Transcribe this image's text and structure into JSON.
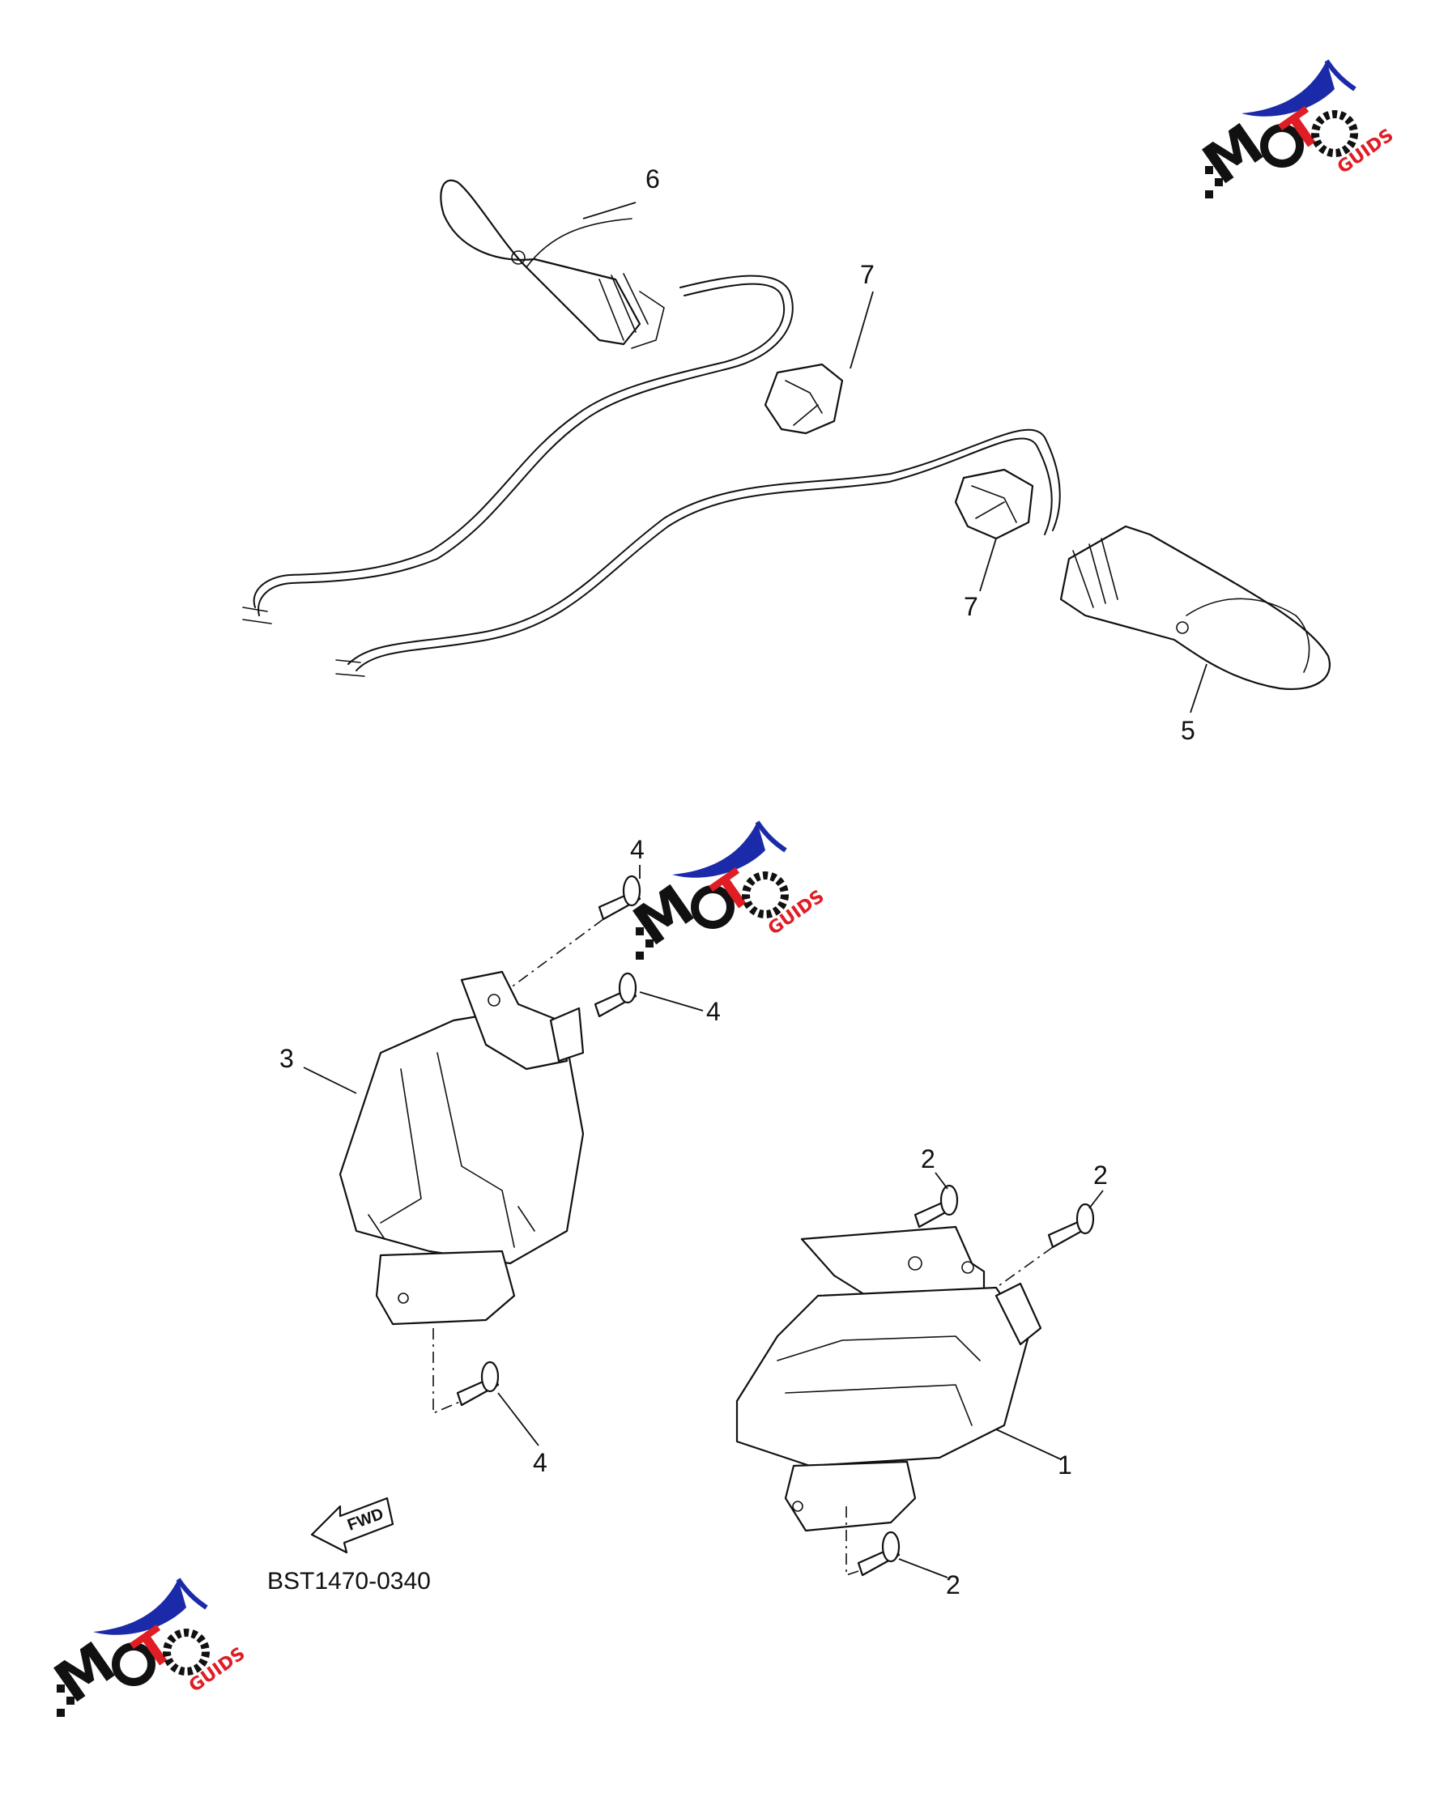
{
  "callouts": {
    "c1": "1",
    "c2a": "2",
    "c2b": "2",
    "c2c": "2",
    "c3": "3",
    "c4a": "4",
    "c4b": "4",
    "c4c": "4",
    "c5": "5",
    "c6": "6",
    "c7a": "7",
    "c7b": "7"
  },
  "fwd_label": "FWD",
  "diagram_code": "BST1470-0340",
  "watermark": {
    "letters": "MOTO",
    "suffix": "GUIDS",
    "colors": {
      "blue": "#1b2aa8",
      "red": "#e01c24",
      "black": "#111111"
    }
  }
}
